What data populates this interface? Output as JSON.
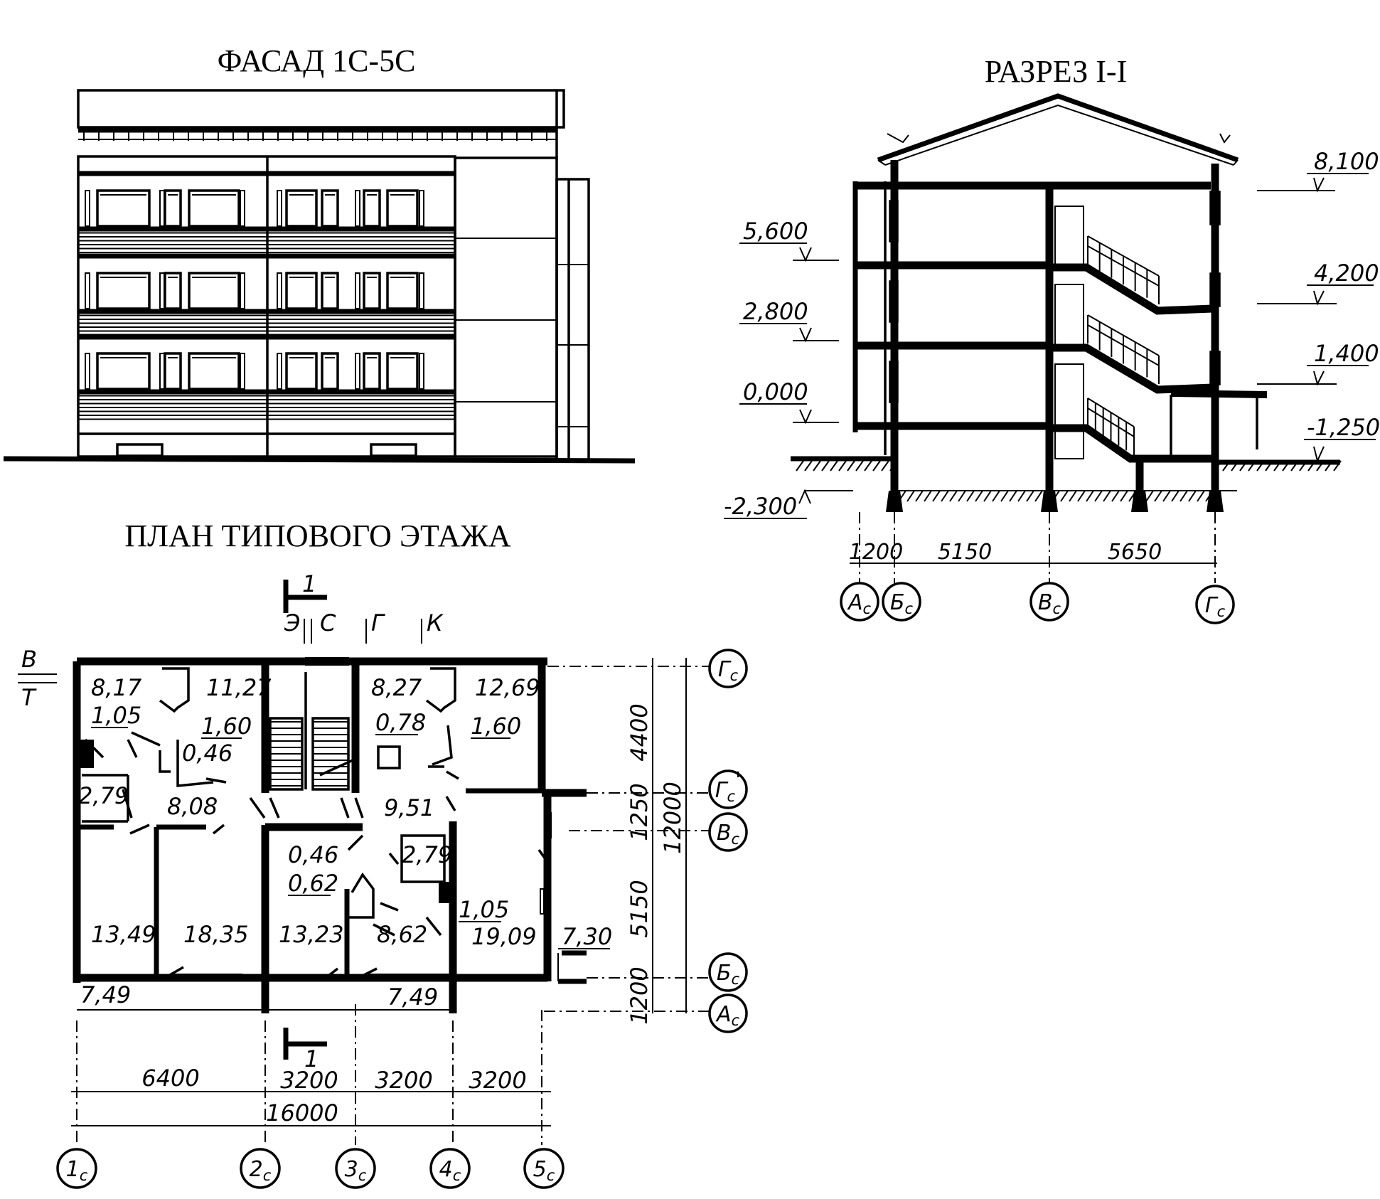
{
  "titles": {
    "facade": "ФАСАД 1С-5С",
    "section": "РАЗРЕЗ  I-I",
    "plan": "ПЛАН ТИПОВОГО ЭТАЖА"
  },
  "section": {
    "elevations": [
      "8,100",
      "5,600",
      "4,200",
      "2,800",
      "1,400",
      "0,000",
      "-1,250",
      "-2,300"
    ],
    "dimensions": [
      "1200",
      "5150",
      "5650"
    ],
    "axes": [
      {
        "main": "А",
        "sub": "с"
      },
      {
        "main": "Б",
        "sub": "с"
      },
      {
        "main": "В",
        "sub": "с"
      },
      {
        "main": "Г",
        "sub": "с"
      }
    ]
  },
  "plan": {
    "section_mark": "1",
    "utility_marks": {
      "e": "Э",
      "s": "С",
      "g": "Г",
      "k": "К",
      "v": "В",
      "t": "Т"
    },
    "rooms": [
      "8,17",
      "11,27",
      "1,05",
      "1,60",
      "0,46",
      "2,79",
      "8,08",
      "8,27",
      "12,69",
      "0,78",
      "1,60",
      "9,51",
      "0,46",
      "0,62",
      "2,79",
      "1,05",
      "13,49",
      "18,35",
      "13,23",
      "8,62",
      "19,09",
      "7,30",
      "7,49",
      "7,49"
    ],
    "dims_right": [
      "4400",
      "1250",
      "5150",
      "1200",
      "12000"
    ],
    "dims_bottom": [
      "6400",
      "3200",
      "3200",
      "3200",
      "16000"
    ],
    "axes_right": [
      {
        "main": "Г",
        "sub": "с",
        "prime": ""
      },
      {
        "main": "Г",
        "sub": "с",
        "prime": "'"
      },
      {
        "main": "В",
        "sub": "с",
        "prime": ""
      },
      {
        "main": "Б",
        "sub": "с",
        "prime": ""
      },
      {
        "main": "А",
        "sub": "с",
        "prime": ""
      }
    ],
    "axes_bottom": [
      {
        "main": "1",
        "sub": "с"
      },
      {
        "main": "2",
        "sub": "с"
      },
      {
        "main": "3",
        "sub": "с"
      },
      {
        "main": "4",
        "sub": "с"
      },
      {
        "main": "5",
        "sub": "с"
      }
    ]
  }
}
